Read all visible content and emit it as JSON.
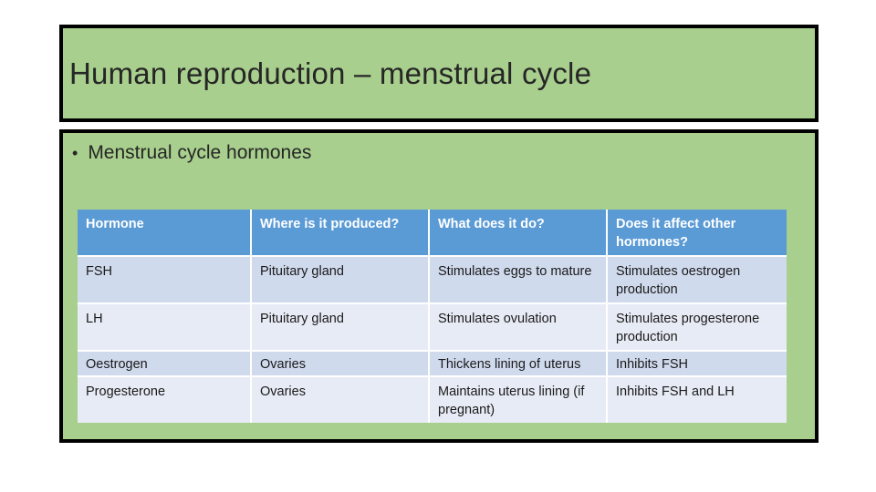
{
  "slide": {
    "title": "Human reproduction – menstrual cycle",
    "bullet_glyph": "•",
    "bullet": "Menstrual cycle hormones"
  },
  "table": {
    "headers": [
      "Hormone",
      "Where is it produced?",
      "What does it do?",
      "Does it affect other hormones?"
    ],
    "rows": [
      [
        "FSH",
        "Pituitary gland",
        "Stimulates eggs to mature",
        "Stimulates oestrogen production"
      ],
      [
        "LH",
        "Pituitary gland",
        "Stimulates ovulation",
        "Stimulates progesterone production"
      ],
      [
        "Oestrogen",
        "Ovaries",
        "Thickens lining of uterus",
        "Inhibits FSH"
      ],
      [
        "Progesterone",
        "Ovaries",
        "Maintains uterus lining (if pregnant)",
        "Inhibits FSH and LH"
      ]
    ]
  },
  "colors": {
    "page_background": "#ffffff",
    "slide_green": "#a8cf8d",
    "box_border": "#000000",
    "title_text": "#262626",
    "header_blue": "#5b9bd5",
    "header_text": "#ffffff",
    "body_text": "#1a1a1a",
    "row_band_dark": "#d0daed",
    "row_band_light": "#e7ebf5"
  }
}
